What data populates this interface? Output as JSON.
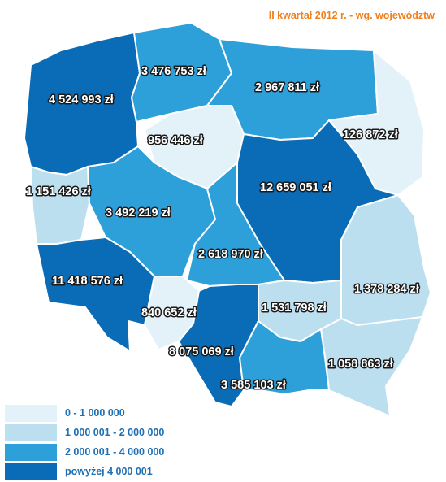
{
  "title": "II kwartał 2012 r. - wg. województw",
  "colors": {
    "class1": "#e3f1f8",
    "class2": "#bcdff0",
    "class3": "#2da0da",
    "class4": "#0a6bb7",
    "title": "#f07f1d",
    "legend_text": "#1e6fb4"
  },
  "legend": [
    {
      "label": "0 - 1 000 000"
    },
    {
      "label": "1 000 001 - 2 000 000"
    },
    {
      "label": "2 000 001 - 4 000 000"
    },
    {
      "label": "powyżej 4 000 001"
    }
  ],
  "regions": [
    {
      "value": "4 524 993 zł",
      "class": 4
    },
    {
      "value": "3 476 753 zł",
      "class": 3
    },
    {
      "value": "2 967 811  zł",
      "class": 3
    },
    {
      "value": "956 446 zł",
      "class": 1
    },
    {
      "value": "126 872 zł",
      "class": 1
    },
    {
      "value": "1 151 426 zł",
      "class": 2
    },
    {
      "value": "12 659 051 zł",
      "class": 4
    },
    {
      "value": "3 492 219 zł",
      "class": 3
    },
    {
      "value": "2 618 970 zł",
      "class": 3
    },
    {
      "value": "11 418 576 zł",
      "class": 4
    },
    {
      "value": "1 378 284 zł",
      "class": 2
    },
    {
      "value": "840 652 zł",
      "class": 1
    },
    {
      "value": "1 531 798 zł",
      "class": 2
    },
    {
      "value": "8 075 069 zł",
      "class": 4
    },
    {
      "value": "1 058 863 zł",
      "class": 2
    },
    {
      "value": "3 585 103 zł",
      "class": 3
    }
  ]
}
